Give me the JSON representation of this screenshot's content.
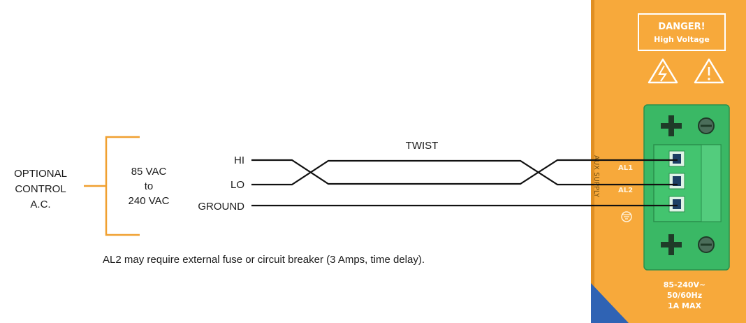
{
  "source": {
    "label_lines": [
      "OPTIONAL",
      "CONTROL",
      "A.C."
    ],
    "voltage_lines": [
      "85 VAC",
      "to",
      "240 VAC"
    ]
  },
  "wires": {
    "hi": "HI",
    "lo": "LO",
    "ground": "GROUND",
    "twist": "TWIST"
  },
  "note": "AL2 may require external fuse or circuit breaker (3 Amps, time delay).",
  "device": {
    "danger_title": "DANGER!",
    "danger_subtitle": "High Voltage",
    "aux_label": "AUX SUPPLY",
    "terminal_al1": "AL1",
    "terminal_al2": "AL2",
    "rating_lines": [
      "85-240V~",
      "50/60Hz",
      "1A MAX"
    ]
  },
  "colors": {
    "bracket": "#f0a030",
    "device_orange": "#f7a93b",
    "connector_green": "#3ab865",
    "wire": "#111111",
    "device_accent_blue": "#2f63b4"
  },
  "icons": [
    "high-voltage-warning-icon",
    "caution-warning-icon",
    "ground-symbol-icon",
    "screw-icon"
  ]
}
